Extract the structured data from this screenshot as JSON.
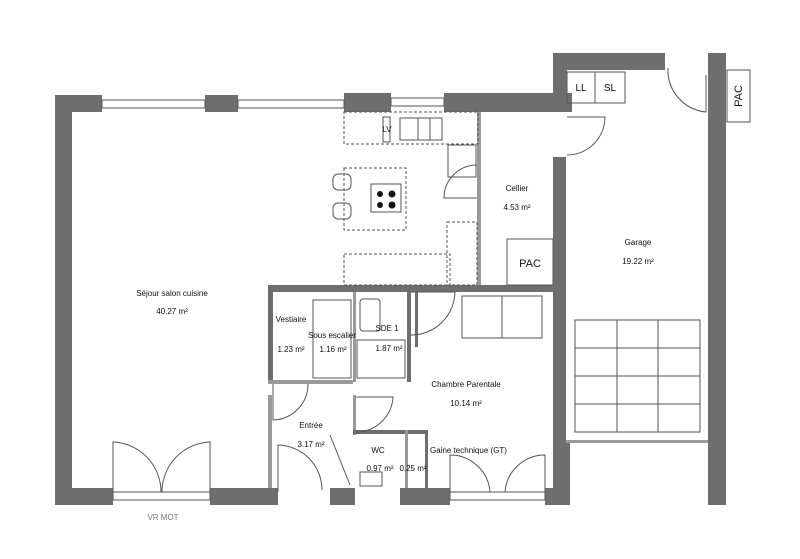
{
  "rooms": {
    "sejour": {
      "name": "Séjour salon cuisine",
      "area": "40.27 m²"
    },
    "cellier": {
      "name": "Cellier",
      "area": "4.53 m²"
    },
    "garage": {
      "name": "Garage",
      "area": "19.22 m²"
    },
    "vestiaire": {
      "name": "Vestiaire",
      "area": "1.23 m²"
    },
    "sous_escalier": {
      "name": "Sous escalier",
      "area": "1.16 m²"
    },
    "sde": {
      "name": "SDE 1",
      "area": "1.87 m²"
    },
    "chambre": {
      "name": "Chambre Parentale",
      "area": "10.14 m²"
    },
    "entree": {
      "name": "Entrée",
      "area": "3.17 m²"
    },
    "wc": {
      "name": "WC",
      "area": "0.97 m²"
    },
    "gaine": {
      "name": "Gaine technique (GT)",
      "area": "0.25 m²"
    }
  },
  "equipment": {
    "pac_cellier": "PAC",
    "pac_exterior": "PAC",
    "ll": "LL",
    "sl": "SL",
    "lv": "LV"
  },
  "annotations": {
    "vr_mot": "VR MOT"
  },
  "colors": {
    "wall": "#6e6e6e",
    "line": "#555555"
  }
}
